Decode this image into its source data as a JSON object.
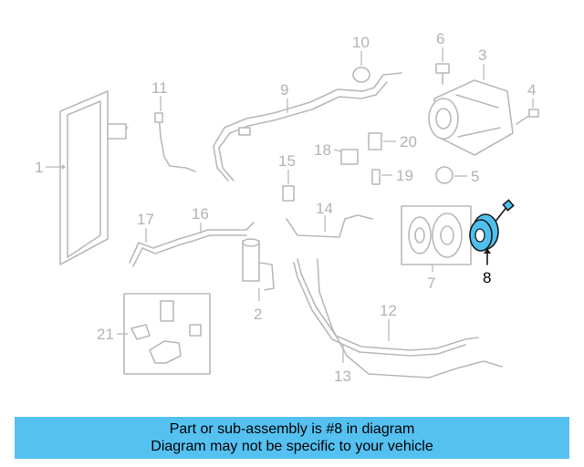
{
  "callouts": [
    "1",
    "2",
    "3",
    "4",
    "5",
    "6",
    "7",
    "8",
    "9",
    "10",
    "11",
    "12",
    "13",
    "14",
    "15",
    "16",
    "17",
    "18",
    "19",
    "20",
    "21"
  ],
  "highlighted_callout": "8",
  "highlight_color": "#54c1f1",
  "banner": {
    "line1": "Part or sub-assembly is #8 in diagram",
    "line2": "Diagram may not be specific to your vehicle"
  }
}
